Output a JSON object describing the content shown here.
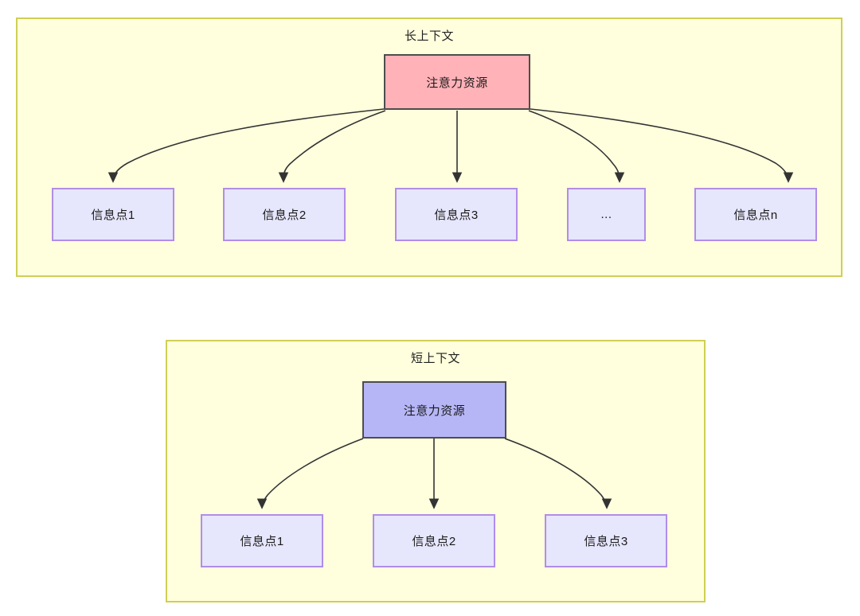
{
  "diagram": {
    "type": "flowchart",
    "sections": [
      {
        "id": "long-context",
        "title": "长上下文",
        "root": {
          "label": "注意力资源",
          "fill": "#FFB2B8",
          "stroke": "#4D4D4D"
        },
        "children": [
          {
            "label": "信息点1"
          },
          {
            "label": "信息点2"
          },
          {
            "label": "信息点3"
          },
          {
            "label": "..."
          },
          {
            "label": "信息点n"
          }
        ]
      },
      {
        "id": "short-context",
        "title": "短上下文",
        "root": {
          "label": "注意力资源",
          "fill": "#B6B6F7",
          "stroke": "#4D4D4D"
        },
        "children": [
          {
            "label": "信息点1"
          },
          {
            "label": "信息点2"
          },
          {
            "label": "信息点3"
          }
        ]
      }
    ],
    "palette": {
      "section_background": "#FFFFDE",
      "section_border": "#CFCF55",
      "info_fill": "#E6E6FC",
      "info_border": "#B18DE8",
      "edge_stroke": "#333333",
      "page_background": "#FFFFFF"
    }
  }
}
